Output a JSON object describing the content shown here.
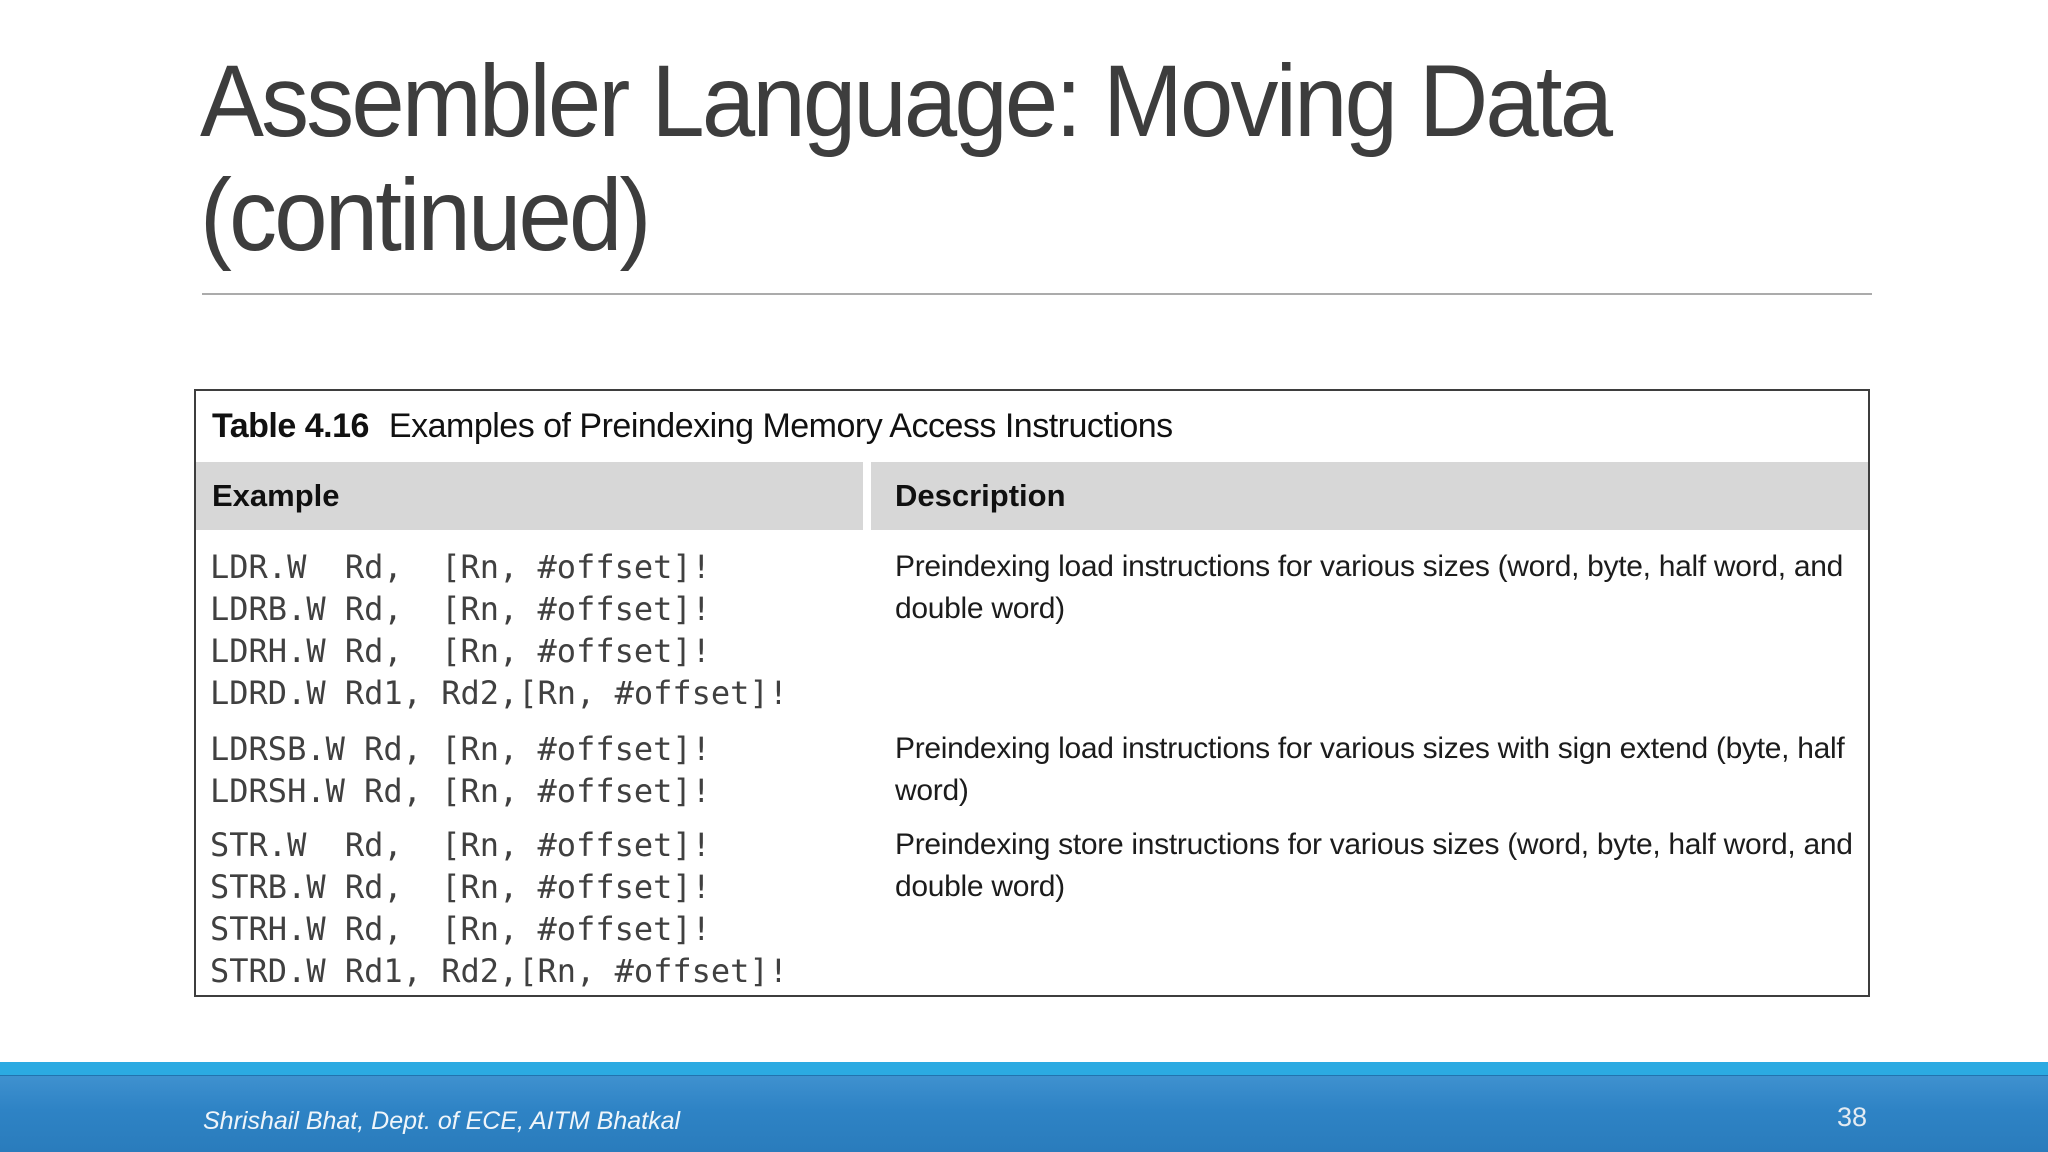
{
  "slide": {
    "title": "Assembler Language: Moving Data (continued)",
    "title_lines": [
      "Assembler Language: Moving Data",
      "(continued)"
    ]
  },
  "table": {
    "caption_label": "Table 4.16",
    "caption_text": "Examples of Preindexing Memory Access Instructions",
    "columns": [
      "Example",
      "Description"
    ],
    "rows": [
      {
        "example_lines": [
          "LDR.W  Rd,  [Rn, #offset]!",
          "LDRB.W Rd,  [Rn, #offset]!",
          "LDRH.W Rd,  [Rn, #offset]!",
          "LDRD.W Rd1, Rd2,[Rn, #offset]!"
        ],
        "description": "Preindexing load instructions for various sizes (word, byte, half word, and double word)"
      },
      {
        "example_lines": [
          "LDRSB.W Rd, [Rn, #offset]!",
          "LDRSH.W Rd, [Rn, #offset]!"
        ],
        "description": "Preindexing load instructions for various sizes with sign extend (byte, half word)"
      },
      {
        "example_lines": [
          "STR.W  Rd,  [Rn, #offset]!",
          "STRB.W Rd,  [Rn, #offset]!",
          "STRH.W Rd,  [Rn, #offset]!",
          "STRD.W Rd1, Rd2,[Rn, #offset]!"
        ],
        "description": "Preindexing store instructions for various sizes (word, byte, half word, and double word)"
      }
    ]
  },
  "footer": {
    "credit": "Shrishail Bhat, Dept. of ECE, AITM Bhatkal",
    "page_number": "38"
  },
  "colors": {
    "accent_stripe": "#2BAAE2",
    "footer_band": "#2E83C5",
    "header_gray": "#D7D7D7",
    "title_gray": "#3D3D3D",
    "table_border": "#3E3E3E"
  }
}
